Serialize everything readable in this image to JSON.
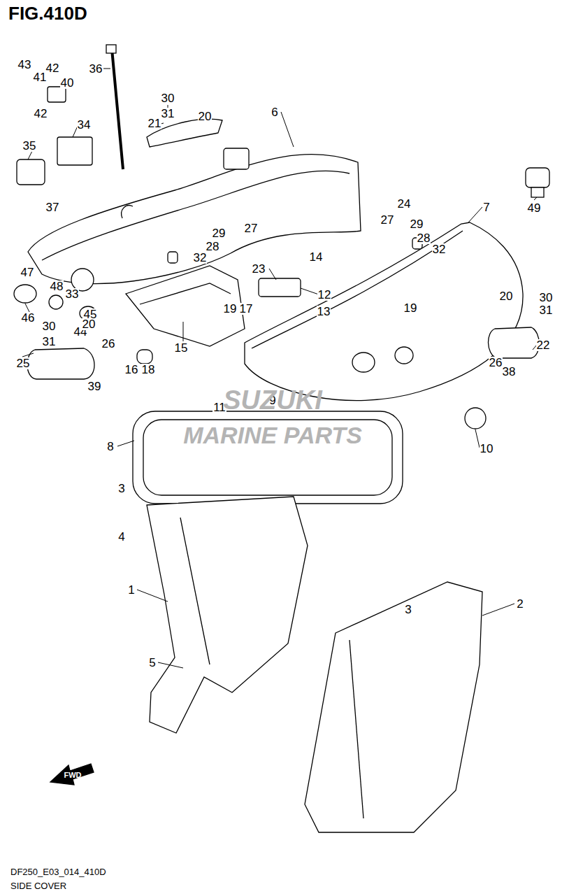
{
  "diagram": {
    "title": "FIG.410D",
    "labels": [
      "43",
      "41",
      "42",
      "40",
      "42",
      "34",
      "35",
      "37",
      "36",
      "30",
      "31",
      "20",
      "21",
      "6",
      "49",
      "24",
      "7",
      "27",
      "29",
      "28",
      "32",
      "29",
      "27",
      "28",
      "32",
      "23",
      "14",
      "12",
      "13",
      "47",
      "48",
      "33",
      "19",
      "17",
      "46",
      "45",
      "44",
      "30",
      "20",
      "31",
      "26",
      "16",
      "18",
      "15",
      "25",
      "39",
      "19",
      "20",
      "30",
      "31",
      "26",
      "22",
      "38",
      "11",
      "9",
      "8",
      "10",
      "3",
      "4",
      "1",
      "3",
      "2",
      "5",
      "FWD",
      "SUZUKI",
      "MARINE PARTS",
      "DF250_E03_014_410D",
      "SIDE COVER"
    ]
  }
}
